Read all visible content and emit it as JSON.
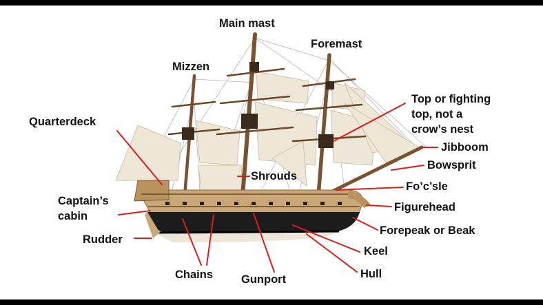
{
  "diagram": {
    "labels": {
      "main_mast": "Main mast",
      "foremast": "Foremast",
      "mizzen": "Mizzen",
      "top_line1": "Top or fighting",
      "top_line2": "top, not a",
      "top_line3": "crow’s nest",
      "quarterdeck": "Quarterdeck",
      "jibboom": "Jibboom",
      "bowsprit": "Bowsprit",
      "shrouds": "Shrouds",
      "focsle": "Fo’c’sle",
      "captains_line1": "Captain’s",
      "captains_line2": "cabin",
      "figurehead": "Figurehead",
      "forepeak": "Forepeak or Beak",
      "rudder": "Rudder",
      "keel": "Keel",
      "chains": "Chains",
      "gunport": "Gunport",
      "hull": "Hull"
    },
    "colors": {
      "pointer": "#e01b1b",
      "sail": "#eee6d6",
      "hull_dark": "#1c1c1c",
      "wood": "#c9a777",
      "mast": "#7a5230",
      "background": "#ffffff",
      "border": "#000000"
    }
  }
}
